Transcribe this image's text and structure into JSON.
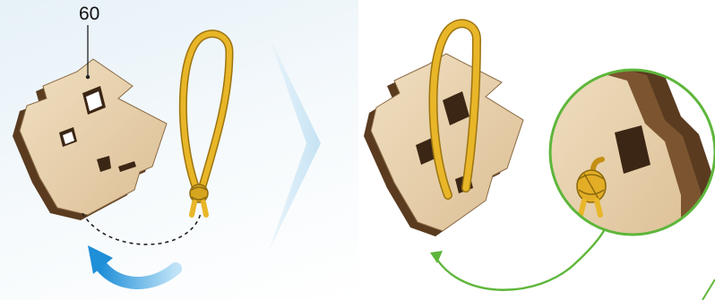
{
  "step": {
    "part_number": "60"
  },
  "icons": {
    "panel_left": "wooden-piece-with-knotted-cord",
    "panel_right": "cord-threaded-through-piece",
    "zoom": "knot-detail-magnifier",
    "arrow_left": "curved-blue-arrow",
    "arrow_mid": "chevron-right",
    "arrow_right": "curved-green-arrow"
  },
  "colors": {
    "cord": "#e8b628",
    "wood": "#e9d3b0",
    "wood_edge": "#5a3b20",
    "blue_arrow": "#3aa6e4",
    "green_arrow": "#5eb63b",
    "divider_chevron": "#cfe7f6"
  }
}
